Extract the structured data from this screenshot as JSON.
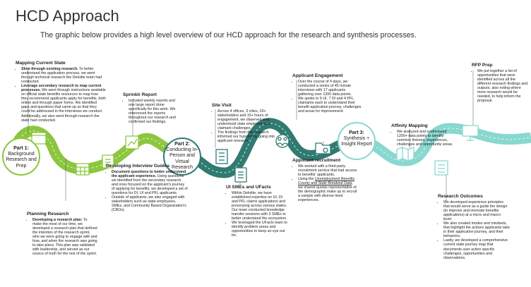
{
  "title": "HCD Approach",
  "subtitle": "The graphic below provides a high level overview of our HCD approach for the research and synthesis processes.",
  "colors": {
    "green": "#8cc63f",
    "dark_teal": "#2f7b72",
    "light_teal": "#88d8cf",
    "part_circle": "#ffffff"
  },
  "parts": [
    {
      "label": "Part 1:",
      "text": "Background Research and Prep"
    },
    {
      "label": "Part 2:",
      "text": "Conducting In-Person and Virtual Research"
    },
    {
      "label": "Part 3:",
      "text": "Synthesis + Insight Report"
    }
  ],
  "blocks": {
    "mapping": {
      "heading": "Mapping Current State",
      "b1_bold": "Skim through existing research.",
      "b1_text": " To better understand the application process, we went through technical research the Deloitte team had conducted.",
      "b2_bold": "Leverage secondary research to map current processes.",
      "b2_text": " We went through instructions available on official state benefits resources to map how they recommend applicants apply for benefits, both online and through paper forms. We identified gaps and questions that came up so that they could be addressed in the interviews we conduct. Additionally, we also went through research the state had conducted."
    },
    "planning": {
      "heading": "Planning Research",
      "b1_bold": "Developing a research plan:",
      "b1_text": " To make the most of our time, we developed a research plan that defined the intention of the research sprint, who we were going to engage with and how, and when the research was going to take place. This plan was validated with leadership, and served as our source of truth for the rest of the sprint."
    },
    "sprinklr": {
      "heading": "Sprinklr Report",
      "b1": "Included weekly reports and one large report done specifically for this work. We referenced the reports throughout our research and confirmed our findings."
    },
    "guides": {
      "heading": "Developing Interview Guides",
      "b1_bold": "Document questions to better understand the applicant experience.",
      "b1_text": " Using questions we identified from the secondary research, and ones focused on the applicant's journey of applying for benefits, we developed a set of questions for DI, UI and PFL applicants.",
      "b2": "Outside of applicants, we also engaged with stakeholders such as state employees, SMEs, and Community Based Organization's (CBOs)."
    },
    "site_visit": {
      "heading": "Site Visit",
      "b1": "Across 4 offices, 3 cities, 20+ stakeholders and 15+ hours of engagement, we observed and understood state employee and claimant challenges.",
      "b2": "The findings from this research informed our hypothesis going into applicant research."
    },
    "ui_smes": {
      "heading": "UI SMEs and UFacts",
      "b1": "Within Deloitte, we have established expertise on UI, DI and PFL claims applications and processing across various states. Our team conducted knowledge transfer sessions with 3 SMEs to better understand the ecosystem.",
      "b2": "We leveraged the UFacts team to identify problem areas and opportunities to keep an eye out for."
    },
    "engagement": {
      "heading": "Applicant Engagement",
      "b1": "Over the course of 4 days, we conducted a series of 45 minute interviews with 17 applicants gathering over 1200 data points.",
      "b2": "We spoke to 6 UI, 7 DI and 4 PFL claimants each to understand their benefit application journey, challenges and areas for improvement."
    },
    "recruitment": {
      "heading": "Applicant recruitment",
      "b1": "We worked with a third-party recruitment service that had access to benefits' applicants.",
      "b2_pre": "Using the ",
      "b2_link": "Unemployment Benefits County and State Breakout Data",
      "b2_post": ", we shared quotas representative of the demographic make up to recruit a sample with diverse lived experiences."
    },
    "affinity": {
      "heading": "Affinity Mapping",
      "b1": "We analyzed and synthesized 1200+ data points to identify common themes, experiences, challenges and opportunity areas."
    },
    "rfp": {
      "heading": "RFP Prep",
      "b1": "We put together a list of opportunities that were identified across all the different research findings and outputs, also noting where more research would be needed, to help inform the proposal."
    },
    "outcomes": {
      "heading": "Research Outcomes",
      "b1": "We developed experience principles that would serve as a guide the design (to improve and innovate benefits applications) at a micro and macro level.",
      "b2": "We also created modes and mindsets, that highlight the actions applicants take in their application journey, and their behaviors.",
      "b3": "Lastly, we developed a comprehensive current state journey map that documents user action specific challenges, opportunities and observations."
    }
  },
  "icons": {
    "mapping": "browser-window-icon",
    "planning": "calendar-icon",
    "sprinklr": "chart-report-icon",
    "guides": "checklist-icon",
    "site_visit": "office-building-icon",
    "ui_smes": "document-icon",
    "engagement": "people-conversation-icon",
    "recruitment": "folder-search-icon",
    "affinity": "map-icon",
    "outcomes": "checklist-board-icon",
    "rfp": "presentation-icon"
  }
}
